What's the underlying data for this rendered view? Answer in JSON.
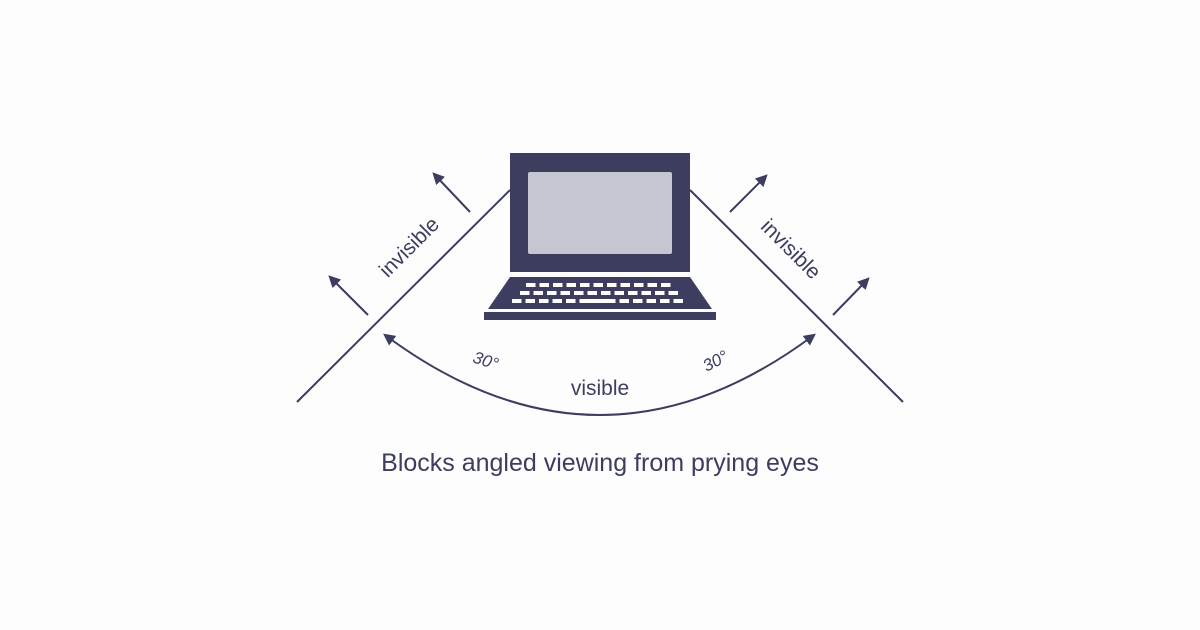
{
  "diagram": {
    "labels": {
      "invisible_left": "invisible",
      "invisible_right": "invisible",
      "angle_left": "30°",
      "angle_right": "30°",
      "visible": "visible"
    },
    "caption": "Blocks angled viewing from prying eyes",
    "colors": {
      "ink": "#3c3d5f",
      "screen": "#c6c6d0",
      "background": "#fdfdfd"
    }
  }
}
